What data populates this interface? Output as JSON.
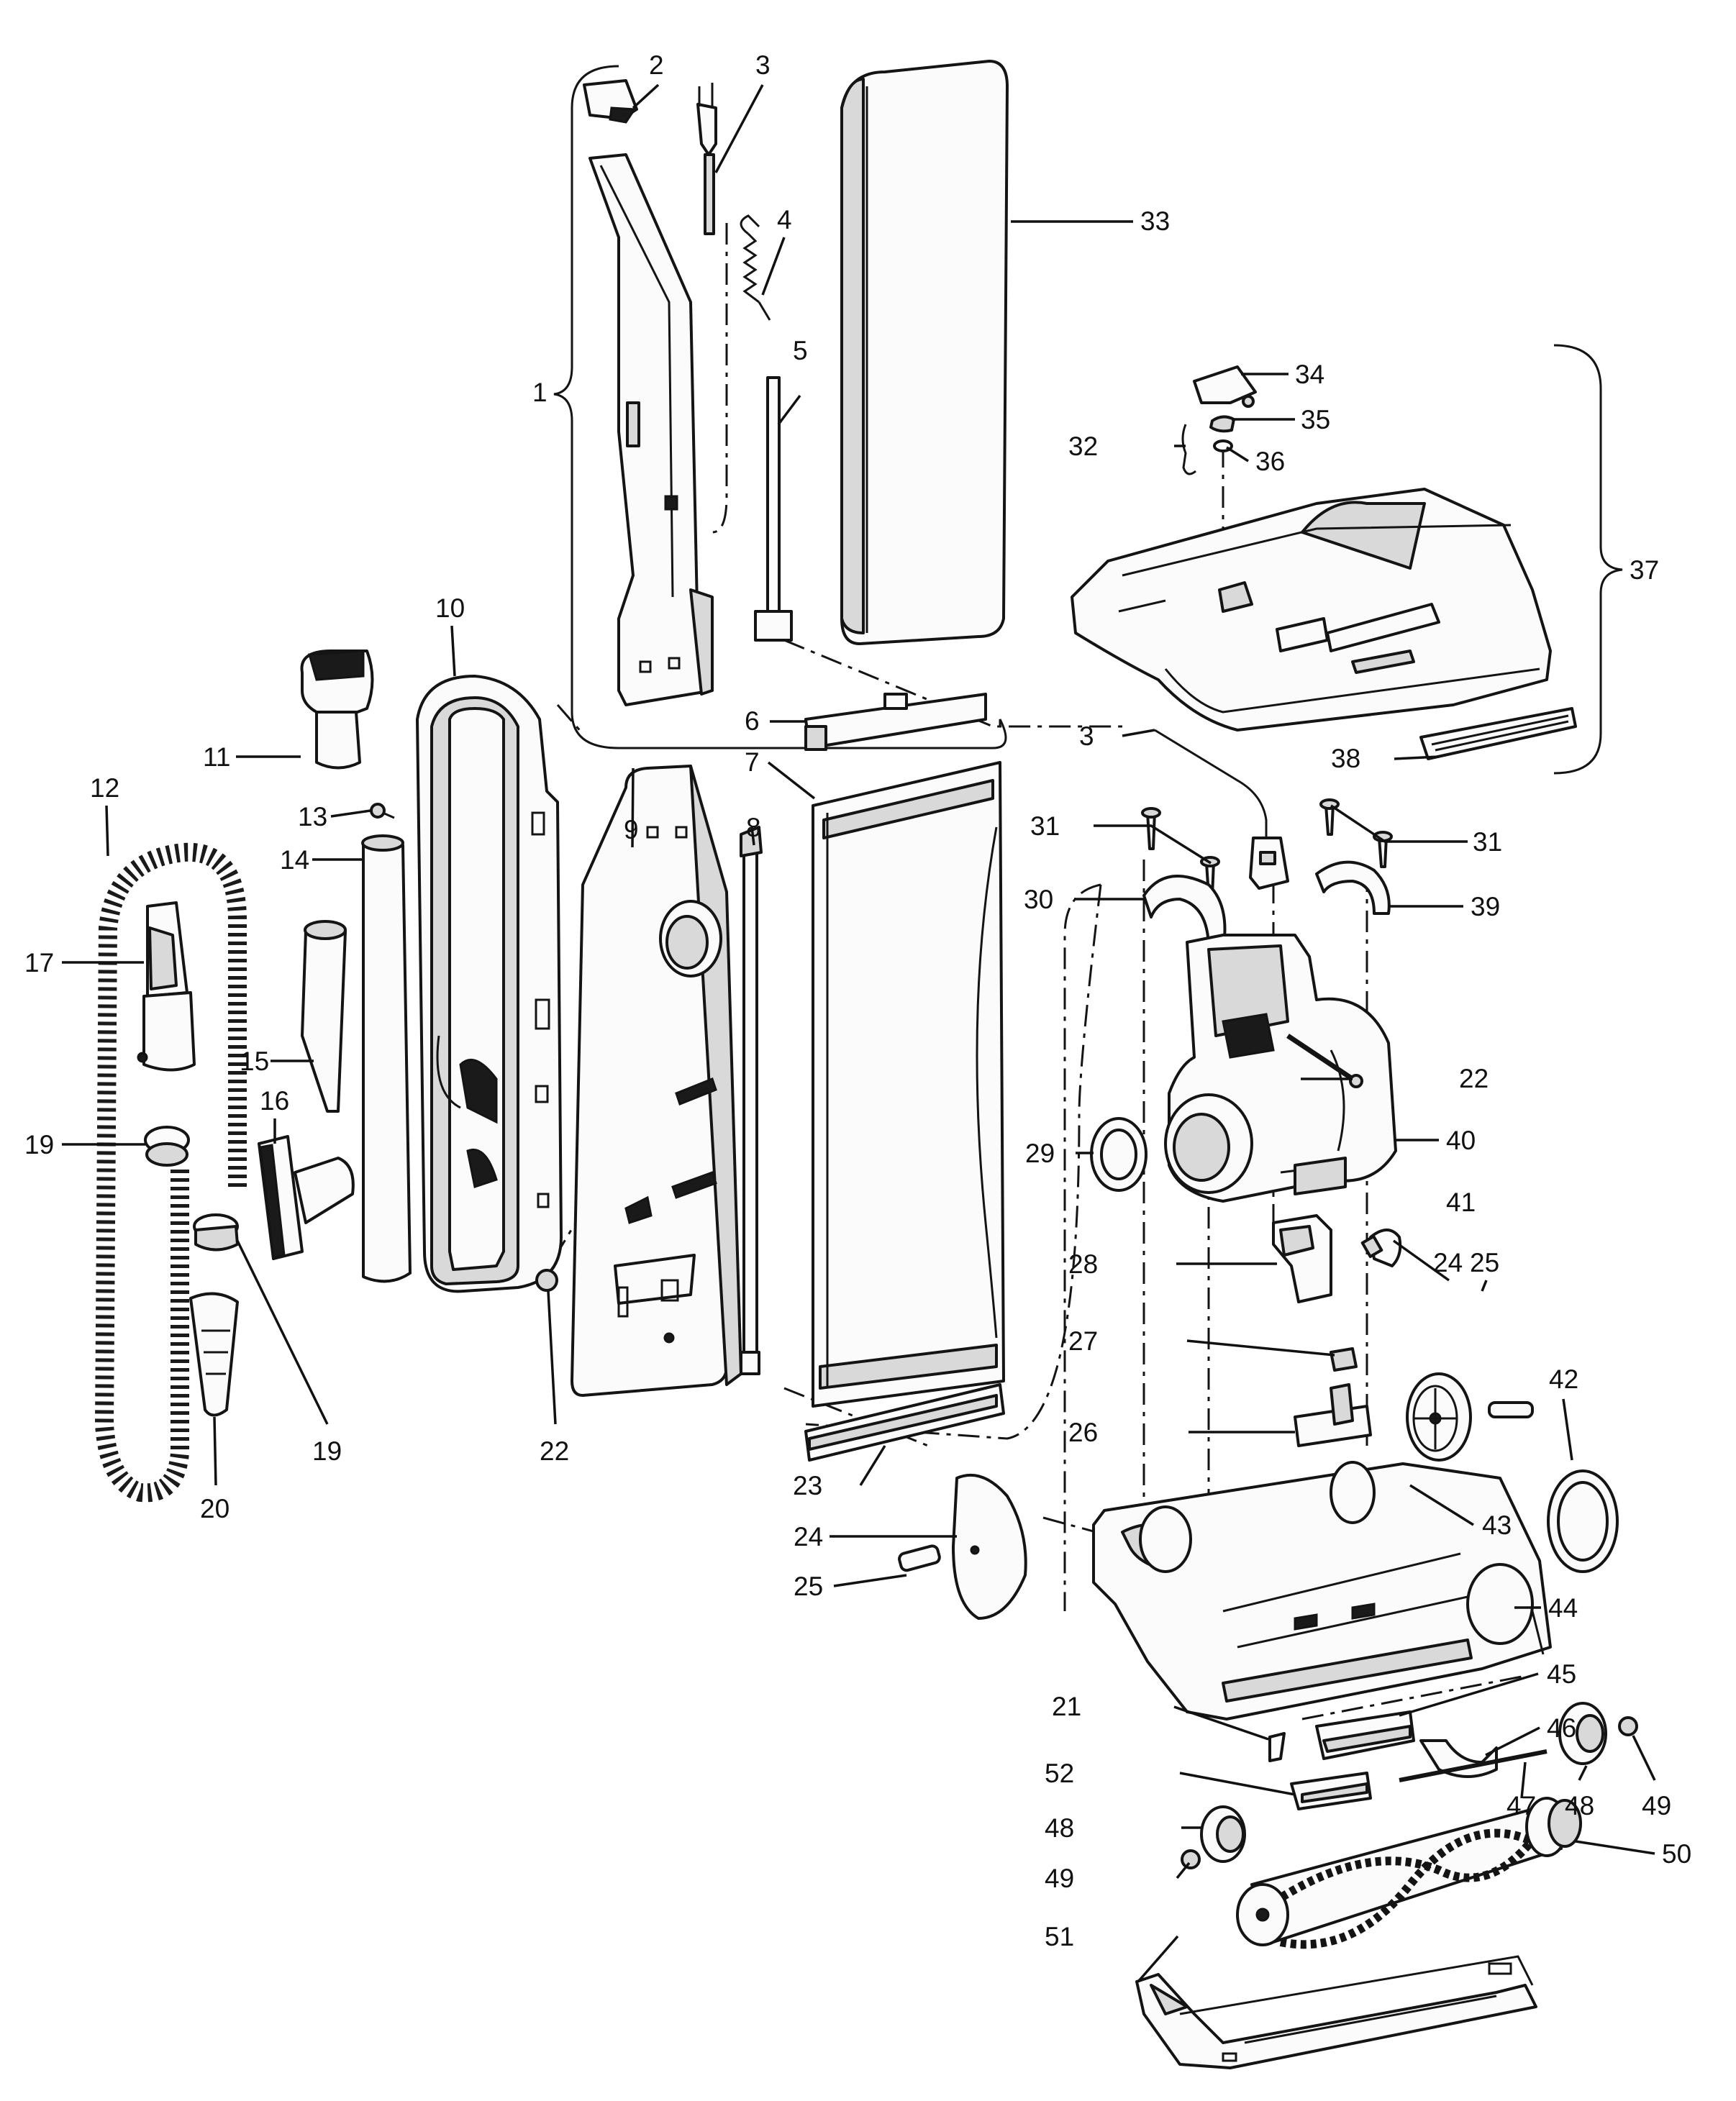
{
  "labels": {
    "n1": "1",
    "n2": "2",
    "n3a": "3",
    "n3b": "3",
    "n4": "4",
    "n5": "5",
    "n6": "6",
    "n7": "7",
    "n8": "8",
    "n9": "9",
    "n10": "10",
    "n11": "11",
    "n12": "12",
    "n13": "13",
    "n14": "14",
    "n15": "15",
    "n16": "16",
    "n17": "17",
    "n19a": "19",
    "n19b": "19",
    "n20": "20",
    "n21": "21",
    "n22a": "22",
    "n22b": "22",
    "n23": "23",
    "n24a": "24",
    "n24b": "24",
    "n25a": "25",
    "n25b": "25",
    "n26": "26",
    "n27": "27",
    "n28": "28",
    "n29": "29",
    "n30": "30",
    "n31a": "31",
    "n31b": "31",
    "n32": "32",
    "n33": "33",
    "n34": "34",
    "n35": "35",
    "n36": "36",
    "n37": "37",
    "n38": "38",
    "n39": "39",
    "n40": "40",
    "n41": "41",
    "n42": "42",
    "n43": "43",
    "n44": "44",
    "n45": "45",
    "n46": "46",
    "n47": "47",
    "n48a": "48",
    "n48b": "48",
    "n49a": "49",
    "n49b": "49",
    "n50": "50",
    "n51": "51",
    "n52": "52"
  }
}
